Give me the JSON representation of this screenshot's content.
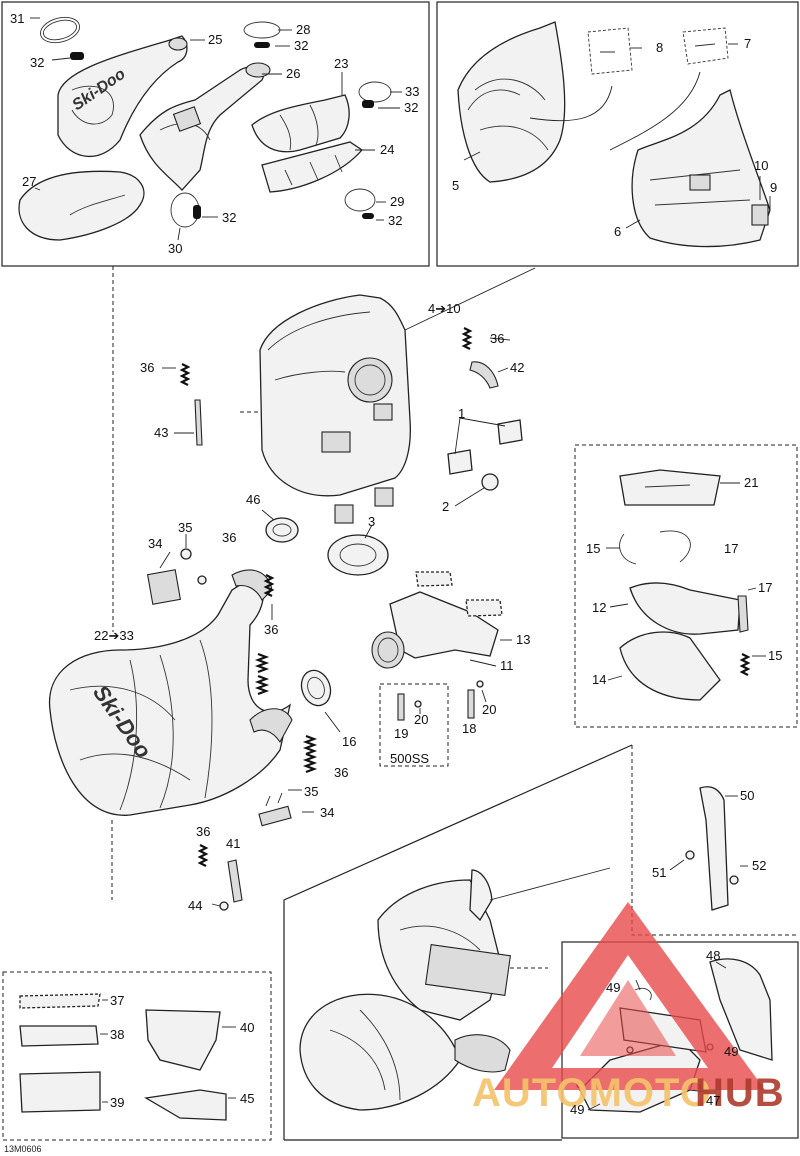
{
  "diagram": {
    "code": "13M0606",
    "variant_label": "500SS",
    "watermark": {
      "word_a": "AUTOMOTO",
      "word_b": "HUB",
      "color_a": "#f5c36b",
      "color_b": "#ad3a2c",
      "triangle_color": "#e84a4a"
    },
    "labels": {
      "l1": "1",
      "l2": "2",
      "l3": "3",
      "l4": "4➔10",
      "l5": "5",
      "l6": "6",
      "l7": "7",
      "l8": "8",
      "l9": "9",
      "l10": "10",
      "l11": "11",
      "l12": "12",
      "l13": "13",
      "l14": "14",
      "l15a": "15",
      "l15b": "15",
      "l16": "16",
      "l17a": "17",
      "l17b": "17",
      "l18": "18",
      "l19": "19",
      "l20a": "20",
      "l20b": "20",
      "l21": "21",
      "l22": "22➔33",
      "l23": "23",
      "l24": "24",
      "l25": "25",
      "l26": "26",
      "l27": "27",
      "l28": "28",
      "l29": "29",
      "l30": "30",
      "l31": "31",
      "l32a": "32",
      "l32b": "32",
      "l32c": "32",
      "l32d": "32",
      "l32e": "32",
      "l33": "33",
      "l34a": "34",
      "l34b": "34",
      "l35a": "35",
      "l35b": "35",
      "l36a": "36",
      "l36b": "36",
      "l36c": "36",
      "l36d": "36",
      "l36e": "36",
      "l36f": "36",
      "l37": "37",
      "l38": "38",
      "l39": "39",
      "l40": "40",
      "l41": "41",
      "l42": "42",
      "l43": "43",
      "l44": "44",
      "l45": "45",
      "l46": "46",
      "l47": "47",
      "l48": "48",
      "l49a": "49",
      "l49b": "49",
      "l49c": "49",
      "l50": "50",
      "l51": "51",
      "l52": "52"
    }
  }
}
